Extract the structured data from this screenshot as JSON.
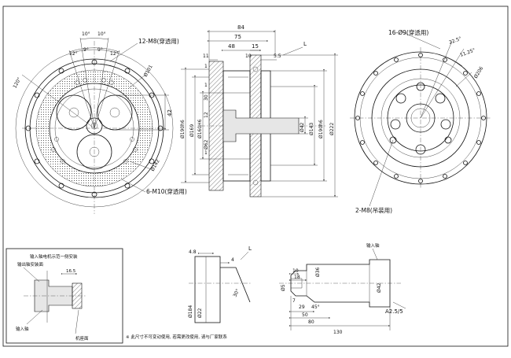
{
  "front_view": {
    "callout_m8": "12-M8(穿透用)",
    "callout_m10": "6-M10(穿透用)",
    "angles": [
      "10°",
      "10°",
      "12°",
      "9°",
      "9°",
      "12°"
    ],
    "arc_angle": "120°",
    "dia_a": "Ø101",
    "dia_b": "Ø142",
    "dim_42": "42"
  },
  "section_view": {
    "top_dims": [
      "84",
      "75",
      "48",
      "15",
      "11",
      "10",
      "5.5"
    ],
    "side_dims": [
      "1",
      "1",
      "30",
      "12",
      "1"
    ],
    "vertical_dias": [
      "Ø190h6",
      "Ø169",
      "Ø160H6",
      "Ø62",
      "Ø42",
      "Ø143",
      "Ø190h6",
      "Ø222"
    ],
    "datum": "L"
  },
  "right_view": {
    "callout_top": "16-Ø9(穿透用)",
    "callout_bottom": "2-M8(吊装用)",
    "angle_a": "22.5°",
    "angle_b": "11.25°",
    "dia": "Ø206"
  },
  "inset_box": {
    "title": "输入轴电机示范一侧安装",
    "label_flange": "输出轴安装面",
    "label_input": "输入轴",
    "label_base": "机座面",
    "dim": "16.5"
  },
  "mid_bottom": {
    "dims": [
      "4.8",
      "4",
      "30°",
      "Ø184",
      "Ø22"
    ],
    "datum": "L",
    "note": "※ 此尺寸不可变动使用, 若需更改使用, 请与厂家联系"
  },
  "shaft_view": {
    "input_label": "输入轴",
    "dims": [
      "10",
      "18",
      "Ø36",
      "Ø42",
      "Ø5",
      "7",
      "29",
      "45°",
      "50",
      "80",
      "130",
      "A2.5/5"
    ]
  }
}
